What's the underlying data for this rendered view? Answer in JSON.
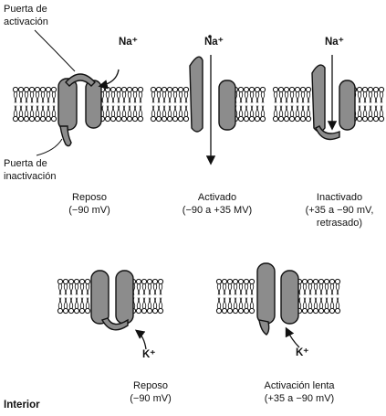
{
  "top_row": {
    "reposo": {
      "label_gate_activation": "Puerta de\nactivación",
      "label_gate_inactivation": "Puerta de\ninactivación",
      "ion": "Na⁺",
      "state": "Reposo",
      "voltage": "(−90 mV)"
    },
    "activado": {
      "ion": "Na⁺",
      "state": "Activado",
      "voltage": "(−90 a +35 MV)"
    },
    "inactivado": {
      "ion": "Na⁺",
      "state": "Inactivado",
      "voltage": "(+35 a −90 mV,",
      "voltage_line2": "retrasado)"
    }
  },
  "bottom_row": {
    "reposo_k": {
      "ion": "K⁺",
      "state": "Reposo",
      "voltage": "(−90 mV)"
    },
    "lenta_k": {
      "ion": "K⁺",
      "state": "Activación lenta",
      "voltage": "(+35 a −90 mV)"
    }
  },
  "interior_label": "Interior",
  "colors": {
    "protein": "#8c8c8c",
    "outline": "#111111",
    "lipid": "#1a1a1a"
  }
}
